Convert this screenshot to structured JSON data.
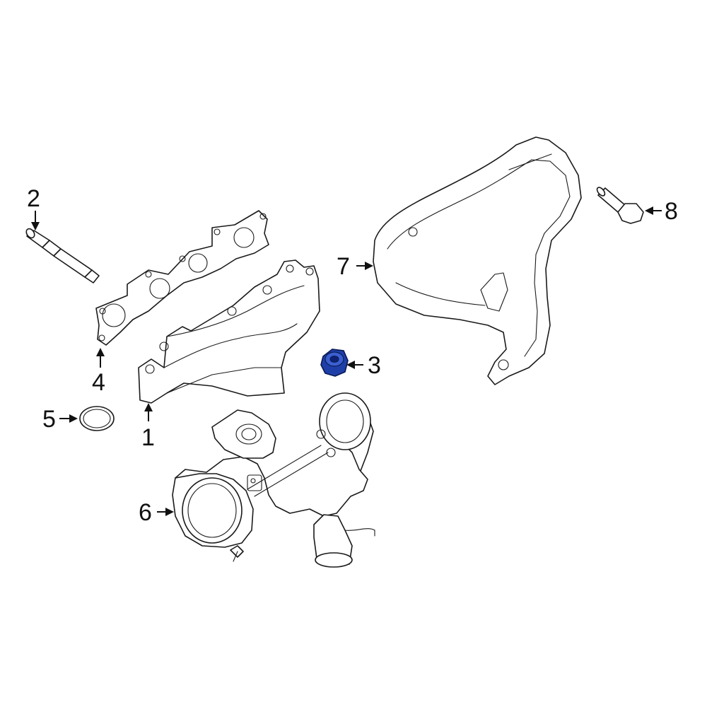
{
  "highlight_color": "#1f3fa8",
  "callouts": [
    {
      "id": "1",
      "text": "1"
    },
    {
      "id": "2",
      "text": "2"
    },
    {
      "id": "3",
      "text": "3"
    },
    {
      "id": "4",
      "text": "4"
    },
    {
      "id": "5",
      "text": "5"
    },
    {
      "id": "6",
      "text": "6"
    },
    {
      "id": "7",
      "text": "7"
    },
    {
      "id": "8",
      "text": "8"
    }
  ]
}
